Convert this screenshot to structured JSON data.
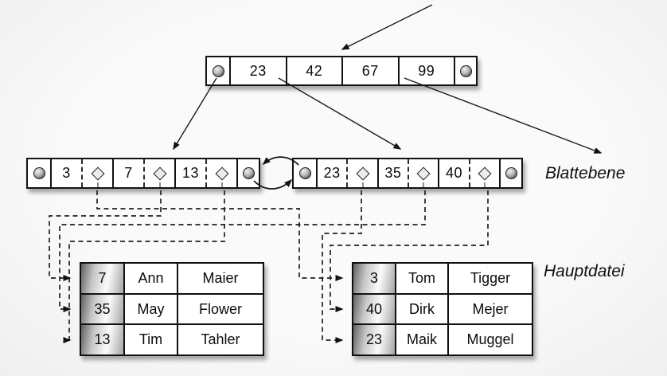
{
  "diagram": {
    "type": "b-tree-index",
    "labels": {
      "leaf_level": "Blattebene",
      "main_file": "Hauptdatei"
    },
    "root_node": {
      "keys": [
        "23",
        "42",
        "67",
        "99"
      ]
    },
    "leaf_level": {
      "left_node": {
        "keys": [
          "3",
          "7",
          "13"
        ]
      },
      "right_node": {
        "keys": [
          "23",
          "35",
          "40"
        ]
      }
    },
    "main_file": {
      "left_table": {
        "rows": [
          {
            "key": "7",
            "first_name": "Ann",
            "last_name": "Maier"
          },
          {
            "key": "35",
            "first_name": "May",
            "last_name": "Flower"
          },
          {
            "key": "13",
            "first_name": "Tim",
            "last_name": "Tahler"
          }
        ]
      },
      "right_table": {
        "rows": [
          {
            "key": "3",
            "first_name": "Tom",
            "last_name": "Tigger"
          },
          {
            "key": "40",
            "first_name": "Dirk",
            "last_name": "Mejer"
          },
          {
            "key": "23",
            "first_name": "Maik",
            "last_name": "Muggel"
          }
        ]
      }
    },
    "record_pointer_links": [
      {
        "leaf": "left",
        "key": "3",
        "target_table": "right",
        "target_row": "3 Tom Tigger"
      },
      {
        "leaf": "left",
        "key": "7",
        "target_table": "left",
        "target_row": "7 Ann Maier"
      },
      {
        "leaf": "left",
        "key": "13",
        "target_table": "left",
        "target_row": "13 Tim Tahler"
      },
      {
        "leaf": "right",
        "key": "23",
        "target_table": "right",
        "target_row": "23 Maik Muggel"
      },
      {
        "leaf": "right",
        "key": "35",
        "target_table": "left",
        "target_row": "35 May Flower"
      },
      {
        "leaf": "right",
        "key": "40",
        "target_table": "right",
        "target_row": "40 Dirk Mejer"
      }
    ],
    "icons": {
      "pointer": "gray-sphere-circle",
      "record_pointer": "diamond",
      "leaf_link": "curved-double-arrows"
    },
    "colors": {
      "background": "#f7f7f7",
      "box_fill": "#ffffff",
      "line": "#1a1a1a",
      "key_column_gradient": [
        "#616161",
        "#fbfbfb",
        "#a5a5a5"
      ]
    }
  }
}
